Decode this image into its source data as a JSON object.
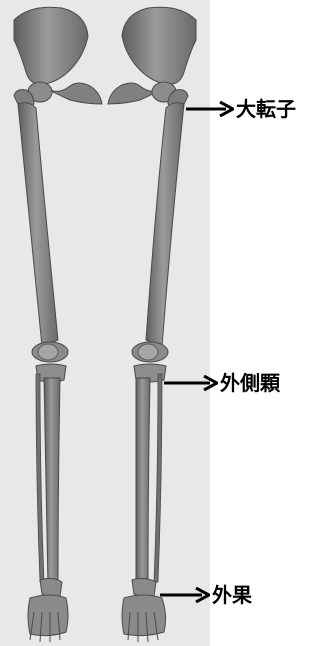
{
  "figure": {
    "panel_color": "#e8e8e8",
    "bone_color": "#8a8a8a",
    "bone_shadow": "#5e5e5e",
    "bone_highlight": "#b4b4b4",
    "callouts": [
      {
        "id": "greater-trochanter",
        "label": "大転子"
      },
      {
        "id": "lateral-condyle",
        "label": "外側顆"
      },
      {
        "id": "lateral-malleolus",
        "label": "外果"
      }
    ]
  }
}
